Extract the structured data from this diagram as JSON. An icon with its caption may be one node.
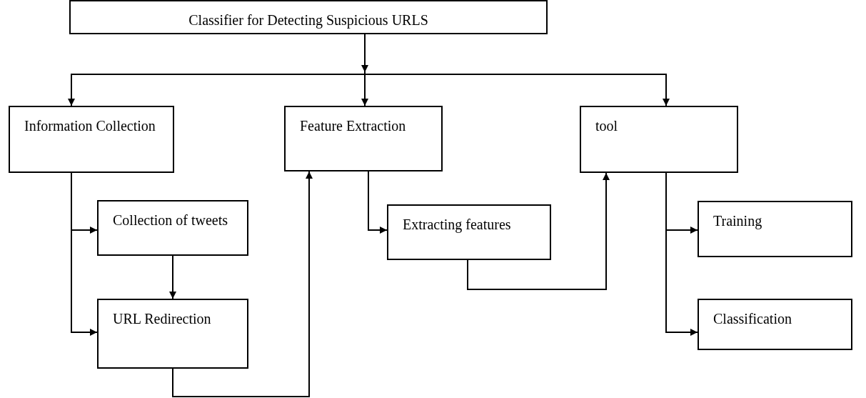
{
  "diagram": {
    "nodes": [
      {
        "text": [
          "Classifier for Detecting Suspicious URLS"
        ]
      },
      {
        "text": [
          "Information Collection"
        ]
      },
      {
        "text": [
          "Collection of tweets"
        ]
      },
      {
        "text": [
          "URL Redirection"
        ]
      },
      {
        "text": [
          "Feature Extraction"
        ]
      },
      {
        "text": [
          "Extracting features"
        ]
      },
      {
        "text": [
          "tool"
        ]
      },
      {
        "text": [
          "Training"
        ]
      },
      {
        "text": [
          "Classification"
        ]
      }
    ],
    "edges": [
      {
        "from": 0,
        "to": 1,
        "arrow": "to"
      },
      {
        "from": 0,
        "to": 4,
        "arrow": "to"
      },
      {
        "from": 0,
        "to": 6,
        "arrow": "to"
      },
      {
        "from": 1,
        "to": 2,
        "arrow": "to"
      },
      {
        "from": 1,
        "to": 3,
        "arrow": "to"
      },
      {
        "from": 2,
        "to": 3,
        "arrow": "to"
      },
      {
        "from": 3,
        "to": 4,
        "arrow": "to"
      },
      {
        "from": 4,
        "to": 5,
        "arrow": "to"
      },
      {
        "from": 5,
        "to": 6,
        "arrow": "to"
      },
      {
        "from": 6,
        "to": 7,
        "arrow": "to"
      },
      {
        "from": 6,
        "to": 8,
        "arrow": "to"
      }
    ]
  }
}
